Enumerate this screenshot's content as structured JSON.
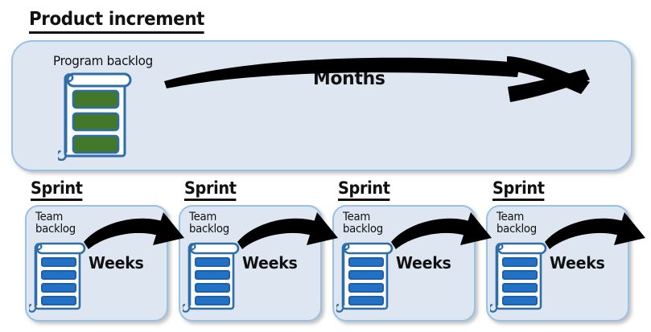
{
  "title": {
    "text": "Product increment"
  },
  "program_increment": {
    "backlog_label": "Program backlog",
    "duration_label": "Months",
    "backlog_items": 3,
    "backlog_item_color": "#43772a",
    "panel_fill": "#dde6f1",
    "panel_border": "#9ac1e3"
  },
  "sprints": [
    {
      "title": "Sprint",
      "backlog_label": "Team\nbacklog",
      "duration_label": "Weeks",
      "backlog_items": 4
    },
    {
      "title": "Sprint",
      "backlog_label": "Team\nbacklog",
      "duration_label": "Weeks",
      "backlog_items": 4
    },
    {
      "title": "Sprint",
      "backlog_label": "Team\nbacklog",
      "duration_label": "Weeks",
      "backlog_items": 4
    },
    {
      "title": "Sprint",
      "backlog_label": "Team\nbacklog",
      "duration_label": "Weeks",
      "backlog_items": 4
    }
  ],
  "colors": {
    "arrow": "#000000",
    "scroll_outline": "#2e6da8",
    "scroll_paper": "#fbfbfb",
    "sprint_item_color": "#2271c5",
    "text": "#111111",
    "background": "#ffffff"
  }
}
